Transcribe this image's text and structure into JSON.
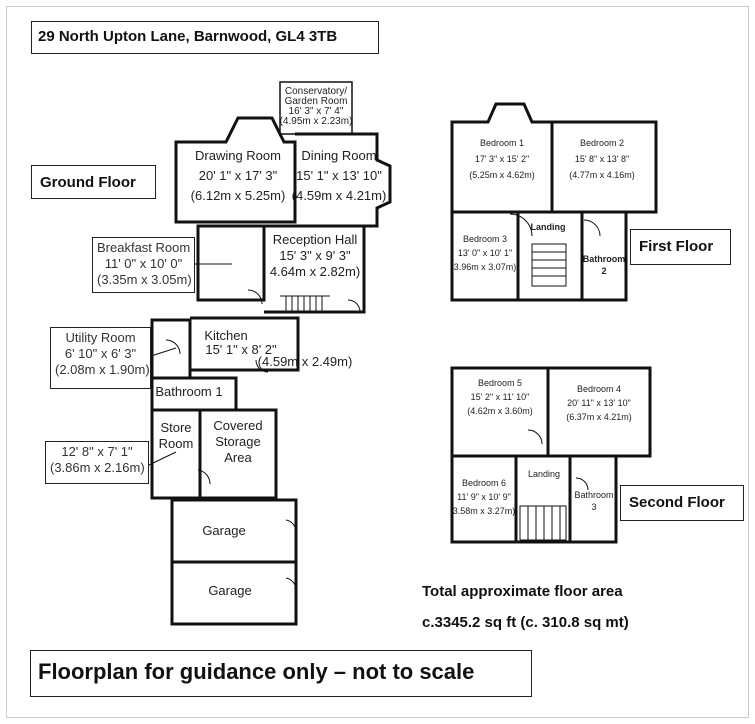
{
  "address": "29 North Upton Lane, Barnwood, GL4 3TB",
  "floor_labels": {
    "ground": "Ground Floor",
    "first": "First Floor",
    "second": "Second Floor"
  },
  "ground_floor": {
    "conservatory": {
      "name": "Conservatory/",
      "name2": "Garden Room",
      "imperial": "16' 3\" x 7' 4\"",
      "metric": "(4.95m x 2.23m)"
    },
    "drawing_room": {
      "name": "Drawing Room",
      "imperial": "20' 1\" x 17' 3\"",
      "metric": "(6.12m x 5.25m)"
    },
    "dining_room": {
      "name": "Dining Room",
      "imperial": "15' 1\" x 13' 10\"",
      "metric": "(4.59m x 4.21m)"
    },
    "breakfast_room": {
      "name": "Breakfast Room",
      "imperial": "11' 0\" x 10' 0\"",
      "metric": "(3.35m x 3.05m)"
    },
    "reception_hall": {
      "name": "Reception Hall",
      "imperial": "15' 3\" x 9' 3\"",
      "metric": "4.64m x 2.82m)"
    },
    "utility_room": {
      "name": "Utility Room",
      "imperial": "6' 10\" x 6' 3\"",
      "metric": "(2.08m x 1.90m)"
    },
    "kitchen": {
      "name": "Kitchen",
      "imperial": "15' 1\" x 8' 2\"",
      "metric": "(4.59m x 2.49m)"
    },
    "bathroom1": {
      "name": "Bathroom 1"
    },
    "store_room": {
      "name": "Store",
      "name2": "Room",
      "imperial": "12' 8\" x 7' 1\"",
      "metric": "(3.86m x 2.16m)"
    },
    "covered_storage": {
      "line1": "Covered",
      "line2": "Storage",
      "line3": "Area"
    },
    "garage1": "Garage",
    "garage2": "Garage"
  },
  "first_floor": {
    "bedroom1": {
      "name": "Bedroom 1",
      "imperial": "17' 3\" x 15' 2\"",
      "metric": "(5.25m x 4.62m)"
    },
    "bedroom2": {
      "name": "Bedroom 2",
      "imperial": "15' 8\" x 13' 8\"",
      "metric": "(4.77m x 4.16m)"
    },
    "bedroom3": {
      "name": "Bedroom 3",
      "imperial": "13' 0\" x 10' 1\"",
      "metric": "3.96m x 3.07m)"
    },
    "landing": "Landing",
    "bathroom2": {
      "line1": "Bathroom",
      "line2": "2"
    }
  },
  "second_floor": {
    "bedroom5": {
      "name": "Bedroom 5",
      "imperial": "15' 2\" x 11' 10\"",
      "metric": "(4.62m x 3.60m)"
    },
    "bedroom4": {
      "name": "Bedroom 4",
      "imperial": "20' 11\" x 13' 10\"",
      "metric": "(6.37m x 4.21m)"
    },
    "bedroom6": {
      "name": "Bedroom 6",
      "imperial": "11' 9\" x 10' 9\"",
      "metric": "3.58m x 3.27m)"
    },
    "landing": "Landing",
    "bathroom3": {
      "line1": "Bathroom",
      "line2": "3"
    }
  },
  "total_area": {
    "title": "Total approximate floor area",
    "value": "c.3345.2 sq ft  (c. 310.8 sq mt)"
  },
  "disclaimer": "Floorplan for guidance only – not to scale"
}
